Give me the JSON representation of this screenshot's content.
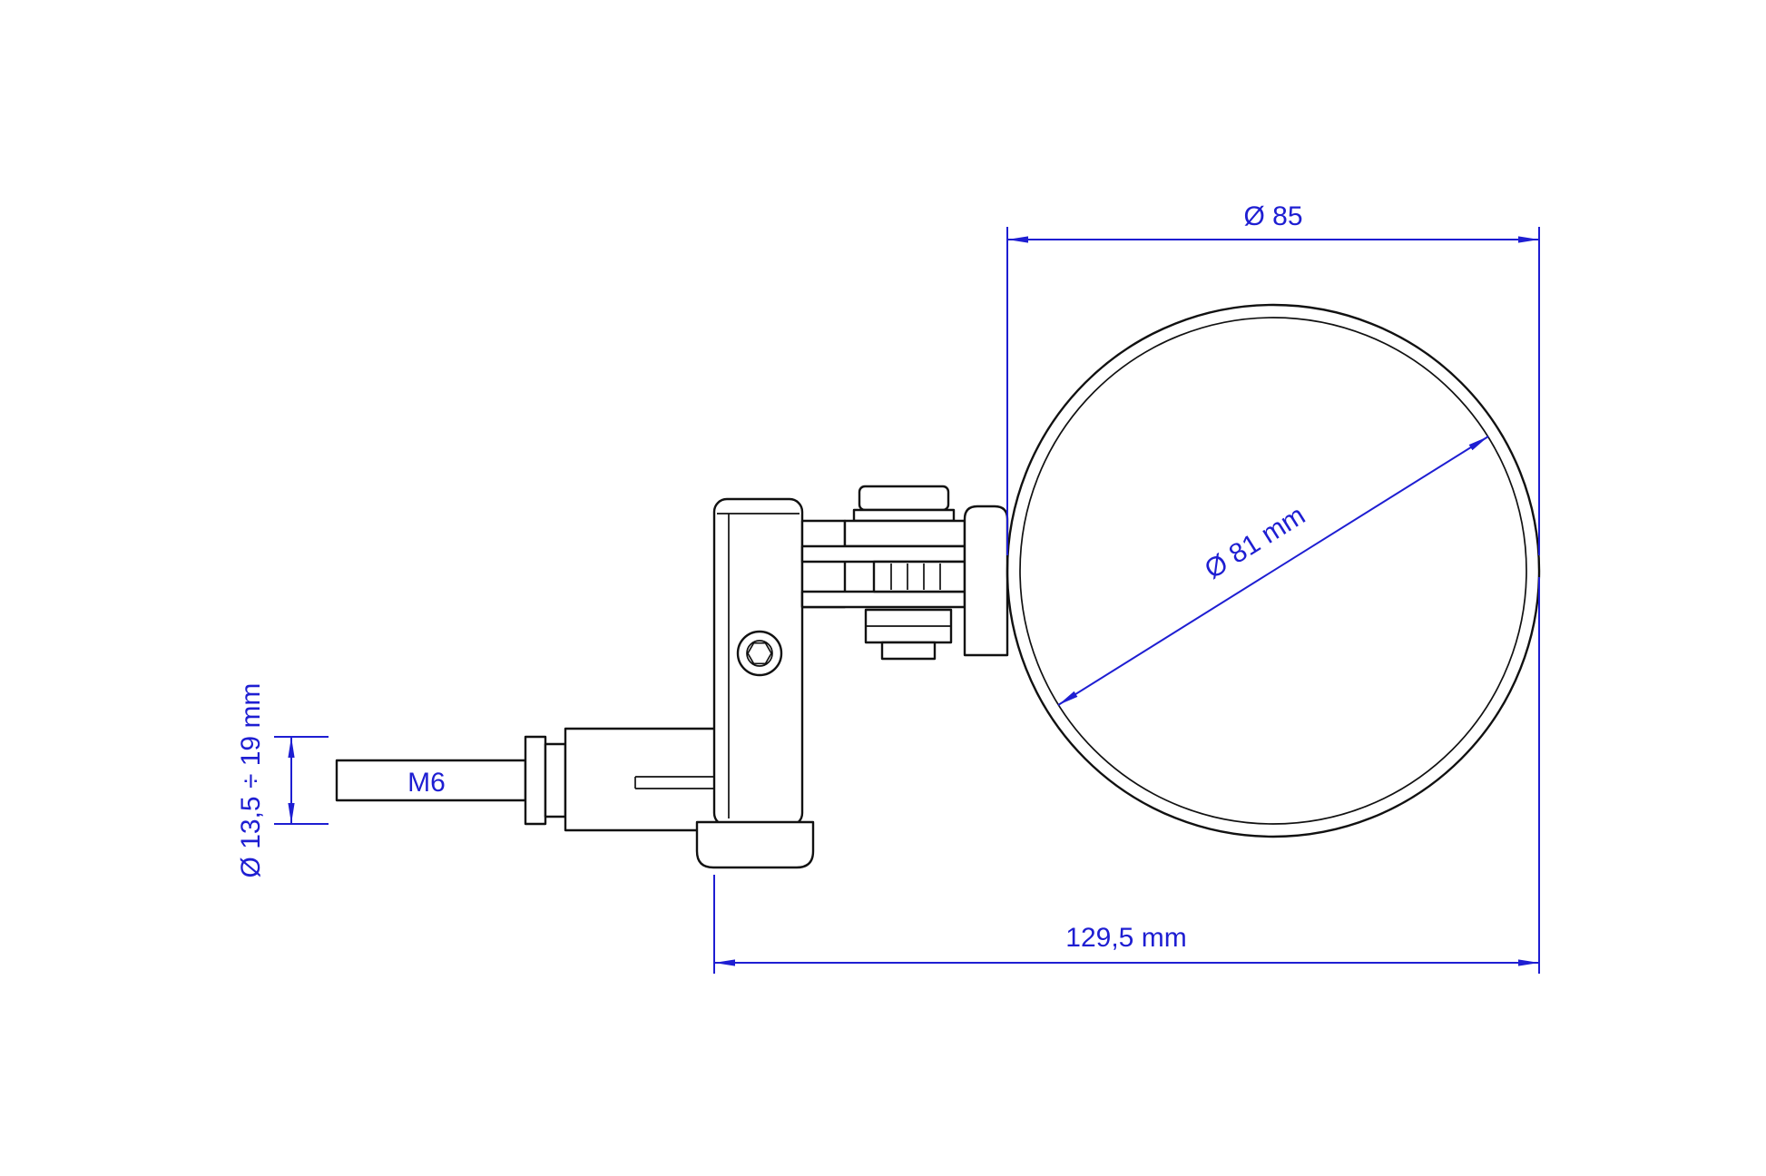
{
  "labels": {
    "housing_diameter": "Ø 85",
    "mirror_diameter": "Ø 81 mm",
    "overall_length": "129,5 mm",
    "clamp_diameter_range": "Ø 13,5 ÷ 19 mm",
    "thread_size": "M6"
  },
  "colors": {
    "dimension": "#1e1ed2",
    "outline": "#111111",
    "background": "#ffffff"
  }
}
